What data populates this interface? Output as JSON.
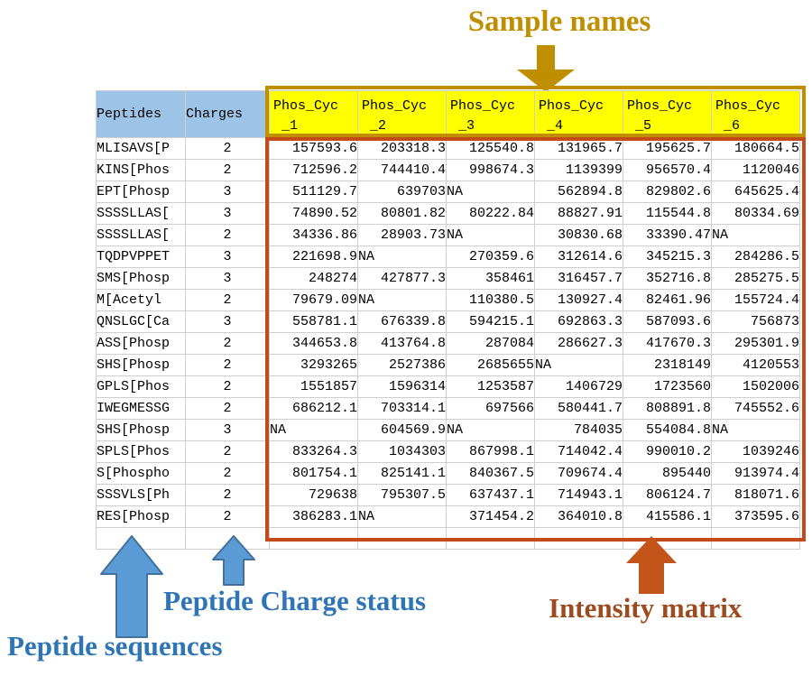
{
  "annotations": {
    "sample_names": "Sample names",
    "peptide_charge_status": "Peptide Charge status",
    "peptide_sequences": "Peptide sequences",
    "intensity_matrix": "Intensity matrix"
  },
  "colors": {
    "sample_names_accent": "#BF8F00",
    "header_yellow": "#FFFF00",
    "header_blue": "#9DC3E6",
    "matrix_border": "#C44A1A",
    "intensity_text": "#9E4A1F",
    "blue_text": "#2E75B6",
    "blue_arrow_fill": "#5B9BD5",
    "blue_arrow_stroke": "#41719C",
    "orange_arrow": "#C4551A"
  },
  "table": {
    "peptides_header": "Peptides",
    "charges_header": "Charges",
    "sample_headers": [
      {
        "line1": "Phos_Cyc",
        "line2": "_1"
      },
      {
        "line1": "Phos_Cyc",
        "line2": "_2"
      },
      {
        "line1": "Phos_Cyc",
        "line2": "_3"
      },
      {
        "line1": "Phos_Cyc",
        "line2": "_4"
      },
      {
        "line1": "Phos_Cyc",
        "line2": "_5"
      },
      {
        "line1": "Phos_Cyc",
        "line2": "_6"
      }
    ],
    "rows": [
      {
        "peptide": "MLISAVS[P",
        "charge": "2",
        "values": [
          "157593.6",
          "203318.3",
          "125540.8",
          "131965.7",
          "195625.7",
          "180664.5"
        ]
      },
      {
        "peptide": "KINS[Phos",
        "charge": "2",
        "values": [
          "712596.2",
          "744410.4",
          "998674.3",
          "1139399",
          "956570.4",
          "1120046"
        ]
      },
      {
        "peptide": "EPT[Phosp",
        "charge": "3",
        "values": [
          "511129.7",
          "639703",
          "NA",
          "562894.8",
          "829802.6",
          "645625.4"
        ]
      },
      {
        "peptide": "SSSSLLAS[",
        "charge": "3",
        "values": [
          "74890.52",
          "80801.82",
          "80222.84",
          "88827.91",
          "115544.8",
          "80334.69"
        ]
      },
      {
        "peptide": "SSSSLLAS[",
        "charge": "2",
        "values": [
          "34336.86",
          "28903.73",
          "NA",
          "30830.68",
          "33390.47",
          "NA"
        ]
      },
      {
        "peptide": "TQDPVPPET",
        "charge": "3",
        "values": [
          "221698.9",
          "NA",
          "270359.6",
          "312614.6",
          "345215.3",
          "284286.5"
        ]
      },
      {
        "peptide": "SMS[Phosp",
        "charge": "3",
        "values": [
          "248274",
          "427877.3",
          "358461",
          "316457.7",
          "352716.8",
          "285275.5"
        ]
      },
      {
        "peptide": "M[Acetyl",
        "charge": "2",
        "values": [
          "79679.09",
          "NA",
          "110380.5",
          "130927.4",
          "82461.96",
          "155724.4"
        ]
      },
      {
        "peptide": "QNSLGC[Ca",
        "charge": "3",
        "values": [
          "558781.1",
          "676339.8",
          "594215.1",
          "692863.3",
          "587093.6",
          "756873"
        ]
      },
      {
        "peptide": "ASS[Phosp",
        "charge": "2",
        "values": [
          "344653.8",
          "413764.8",
          "287084",
          "286627.3",
          "417670.3",
          "295301.9"
        ]
      },
      {
        "peptide": "SHS[Phosp",
        "charge": "2",
        "values": [
          "3293265",
          "2527386",
          "2685655",
          "NA",
          "2318149",
          "4120553"
        ]
      },
      {
        "peptide": "GPLS[Phos",
        "charge": "2",
        "values": [
          "1551857",
          "1596314",
          "1253587",
          "1406729",
          "1723560",
          "1502006"
        ]
      },
      {
        "peptide": "IWEGMESSG",
        "charge": "2",
        "values": [
          "686212.1",
          "703314.1",
          "697566",
          "580441.7",
          "808891.8",
          "745552.6"
        ]
      },
      {
        "peptide": "SHS[Phosp",
        "charge": "3",
        "values": [
          "NA",
          "604569.9",
          "NA",
          "784035",
          "554084.8",
          "NA"
        ]
      },
      {
        "peptide": "SPLS[Phos",
        "charge": "2",
        "values": [
          "833264.3",
          "1034303",
          "867998.1",
          "714042.4",
          "990010.2",
          "1039246"
        ]
      },
      {
        "peptide": "S[Phospho",
        "charge": "2",
        "values": [
          "801754.1",
          "825141.1",
          "840367.5",
          "709674.4",
          "895440",
          "913974.4"
        ]
      },
      {
        "peptide": "SSSVLS[Ph",
        "charge": "2",
        "values": [
          "729638",
          "795307.5",
          "637437.1",
          "714943.1",
          "806124.7",
          "818071.6"
        ]
      },
      {
        "peptide": "RES[Phosp",
        "charge": "2",
        "values": [
          "386283.1",
          "NA",
          "371454.2",
          "364010.8",
          "415586.1",
          "373595.6"
        ]
      }
    ]
  }
}
